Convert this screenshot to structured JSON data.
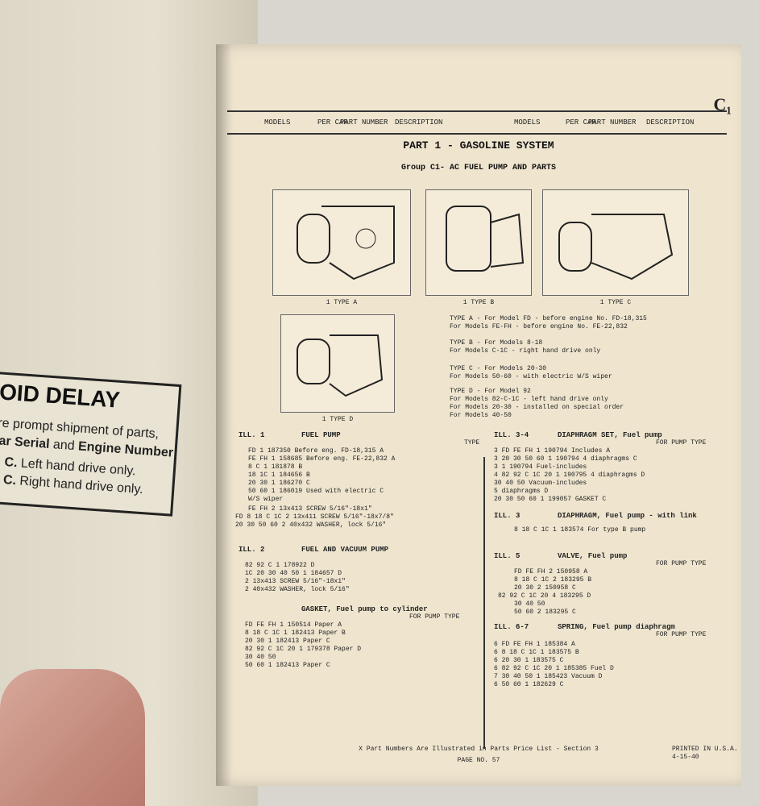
{
  "left_page": {
    "title": "OID DELAY",
    "line1": "ure prompt shipment of parts,",
    "line2_a": "Car Serial",
    "line2_b": " and ",
    "line2_c": "Engine Number",
    "line3_a": "H. C.",
    "line3_b": " Left hand drive only.",
    "line4_a": "H. C.",
    "line4_b": " Right hand drive only."
  },
  "header": {
    "models": "MODELS",
    "per_car": "PER CAR",
    "part_number": "PART NUMBER",
    "description": "DESCRIPTION",
    "models2": "MODELS",
    "per_car2": "PER CAR",
    "part_number2": "PART NUMBER",
    "description2": "DESCRIPTION",
    "corner": "C₁"
  },
  "main": {
    "part_title": "PART 1 - GASOLINE SYSTEM",
    "group_title": "Group C1- AC FUEL PUMP AND PARTS",
    "diagrams": [
      {
        "label": "1 TYPE A"
      },
      {
        "label": "1 TYPE B"
      },
      {
        "label": "1 TYPE C"
      },
      {
        "label": "1 TYPE D"
      }
    ],
    "notes": [
      "TYPE A - For Model FD    - before engine No. FD-18,315",
      "         For Models FE-FH - before engine No. FE-22,832",
      "TYPE B - For Models 8-18",
      "         For Models C-1C - right hand drive only",
      "TYPE C - For Models 20-30",
      "         For Models 50-60 - with electric W/S wiper",
      "TYPE D - For Model 92",
      "         For Models 82-C-1C - left hand drive only",
      "         For Models 20-30 - installed on special order",
      "         For Models 40-50"
    ]
  },
  "left_column": {
    "ill1": "ILL. 1",
    "fuel_pump": "FUEL PUMP",
    "type": "TYPE",
    "rows": [
      "FD          1   187350   Before eng. FD-18,315  A",
      "FE FH       1   158685   Before eng. FE-22,832  A",
      "8  C        1   181878                          B",
      "18 1C       1   184656                          B",
      "20 30       1   186270                          C",
      "50 60       1   186019   Used with electric     C",
      "                          W/S wiper",
      "FE FH     2    13x413    SCREW 5/16\"-18x1\"",
      "FD 8 18 C 1C  2    13x411    SCREW 5/16\"-18x7/8\"",
      "20 30 50 60   2    40x432    WASHER, lock 5/16\""
    ],
    "ill2": "ILL. 2",
    "fuel_vacuum": "FUEL AND VACUUM PUMP",
    "rows2": [
      "82 92 C     1   178922                          D",
      "1C 20 30 40 50  1   184657                      D",
      "              2   13x413   SCREW 5/16\"-18x1\"",
      "              2   40x432   WASHER, lock 5/16\""
    ],
    "gasket": "GASKET, Fuel pump to cylinder",
    "for_pump_type": "FOR PUMP TYPE",
    "rows3": [
      "FD FE FH    1   150514   Paper    A",
      "8 18 C 1C   1   182413   Paper    B",
      "20 30       1   182413   Paper    C",
      "82 92 C 1C 20  1   179378   Paper    D",
      "30 40 50",
      "50 60       1   182413   Paper    C"
    ]
  },
  "right_column": {
    "ill34": "ILL. 3-4",
    "diaphragm_set": "DIAPHRAGM SET, Fuel pump",
    "for_pump_type": "FOR PUMP TYPE",
    "rows": [
      "3   FD FE FH    1   190794   Includes              A",
      "3   20 30 50 60 1   190794   4 diaphragms          C",
      "3               1   190794   Fuel-includes",
      "4   82 92 C 1C 20  1   190795   4 diaphragms  D",
      "       30 40 50         Vacuum-includes",
      "                         5 diaphragms    D",
      "    20 30 50 60 1   199057   GASKET              C"
    ],
    "ill3": "ILL. 3",
    "diaphragm_link": "DIAPHRAGM, Fuel pump - with link",
    "row_link": "8 18 C 1C   1   183574   For type B pump",
    "ill5": "ILL. 5",
    "valve": "VALVE, Fuel pump",
    "rows5": [
      "FD FE FH    2   150958        A",
      "8 18 C 1C   2   183295        B",
      "20 30       2   150958        C",
      "82 92 C 1C 20  4   183295     D",
      "30 40 50",
      "50 60       2   183295        C"
    ],
    "ill67": "ILL. 6-7",
    "spring": "SPRING, Fuel pump diaphragm",
    "rows67": [
      "6   FD FE FH    1   185384           A",
      "6   8 18 C 1C   1   183575           B",
      "6   20 30       1   183575           C",
      "6   82 92 C 1C 20  1   185385   Fuel    D",
      "7   30 40 50       1   185423   Vacuum  D",
      "6   50 60       1   182629           C"
    ]
  },
  "footer": {
    "note": "X Part Numbers Are Illustrated in Parts Price List - Section 3",
    "page": "PAGE NO. 57",
    "printed": "PRINTED IN U.S.A.",
    "date": "4-15-40"
  }
}
